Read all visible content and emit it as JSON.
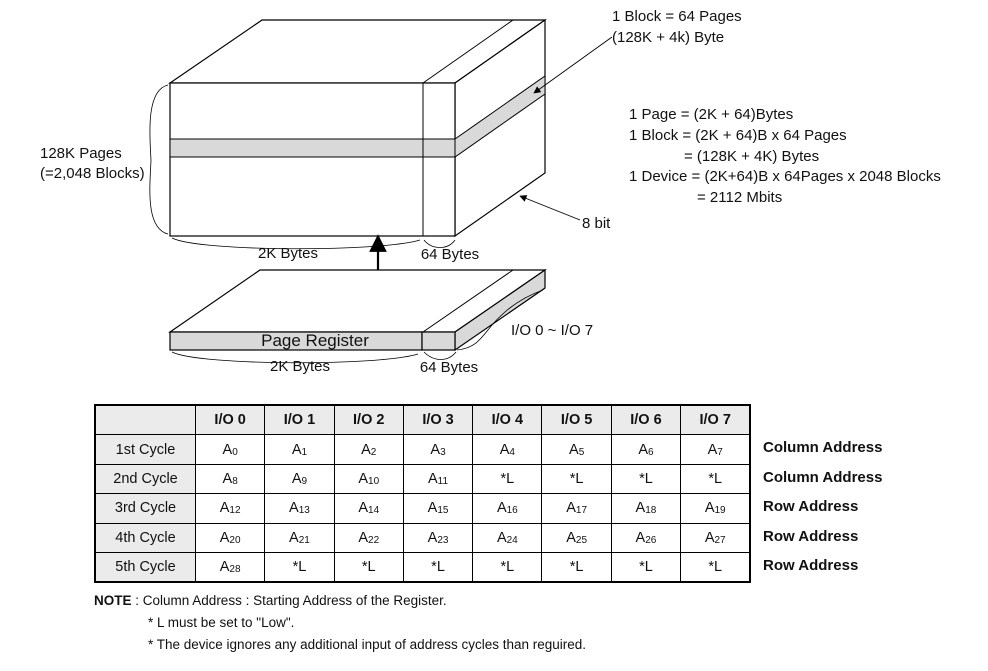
{
  "block_labels": {
    "block_size_line1": "1 Block = 64 Pages",
    "block_size_line2": "(128K + 4k) Byte"
  },
  "size_formula": [
    "1 Page = (2K + 64)Bytes",
    "1 Block = (2K + 64)B x 64 Pages",
    "= (128K + 4K) Bytes",
    "1 Device = (2K+64)B x 64Pages x 2048 Blocks",
    "= 2112 Mbits"
  ],
  "array_labels": {
    "pages_line1": "128K Pages",
    "pages_line2": "(=2,048 Blocks)",
    "bit_width": "8 bit",
    "data_bytes": "2K Bytes",
    "spare_bytes": "64 Bytes"
  },
  "register_labels": {
    "title": "Page Register",
    "data_bytes": "2K Bytes",
    "spare_bytes": "64 Bytes",
    "io_range": "I/O 0 ~ I/O 7"
  },
  "address_table": {
    "headers": [
      "I/O 0",
      "I/O 1",
      "I/O 2",
      "I/O 3",
      "I/O 4",
      "I/O 5",
      "I/O 6",
      "I/O 7"
    ],
    "rows": [
      {
        "cycle": "1st Cycle",
        "cells": [
          "A0",
          "A1",
          "A2",
          "A3",
          "A4",
          "A5",
          "A6",
          "A7"
        ],
        "address": "Column Address"
      },
      {
        "cycle": "2nd Cycle",
        "cells": [
          "A8",
          "A9",
          "A10",
          "A11",
          "*L",
          "*L",
          "*L",
          "*L"
        ],
        "address": "Column Address"
      },
      {
        "cycle": "3rd Cycle",
        "cells": [
          "A12",
          "A13",
          "A14",
          "A15",
          "A16",
          "A17",
          "A18",
          "A19"
        ],
        "address": "Row Address"
      },
      {
        "cycle": "4th Cycle",
        "cells": [
          "A20",
          "A21",
          "A22",
          "A23",
          "A24",
          "A25",
          "A26",
          "A27"
        ],
        "address": "Row Address"
      },
      {
        "cycle": "5th Cycle",
        "cells": [
          "A28",
          "*L",
          "*L",
          "*L",
          "*L",
          "*L",
          "*L",
          "*L"
        ],
        "address": "Row Address"
      }
    ]
  },
  "notes": {
    "label": "NOTE",
    "line1": " : Column Address : Starting Address of the Register.",
    "line2": "* L must be set to \"Low\".",
    "line3": "* The device ignores any additional input of address cycles than reguired."
  }
}
